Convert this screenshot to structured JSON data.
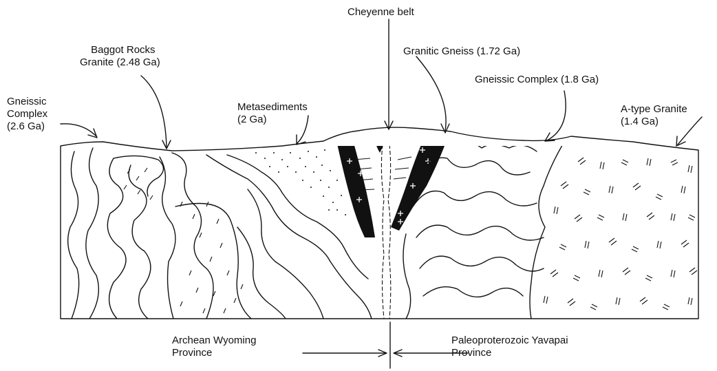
{
  "labels": {
    "cheyenne_belt": "Cheyenne belt",
    "baggot_rocks_line1": "Baggot Rocks",
    "baggot_rocks_line2": "Granite (2.48 Ga)",
    "granitic_gneiss": "Granitic Gneiss (1.72 Ga)",
    "gneissic_complex_18": "Gneissic Complex (1.8 Ga)",
    "gneissic_complex_26_line1": "Gneissic",
    "gneissic_complex_26_line2": "Complex",
    "gneissic_complex_26_line3": "(2.6 Ga)",
    "metasediments_line1": "Metasediments",
    "metasediments_line2": "(2 Ga)",
    "a_type_granite_line1": "A-type Granite",
    "a_type_granite_line2": "(1.4 Ga)",
    "archean_line1": "Archean Wyoming",
    "archean_line2": "Province",
    "paleo_line1": "Paleoproterozoic Yavapai",
    "paleo_line2": "Province"
  },
  "colors": {
    "ink": "#111111",
    "background": "#ffffff"
  }
}
